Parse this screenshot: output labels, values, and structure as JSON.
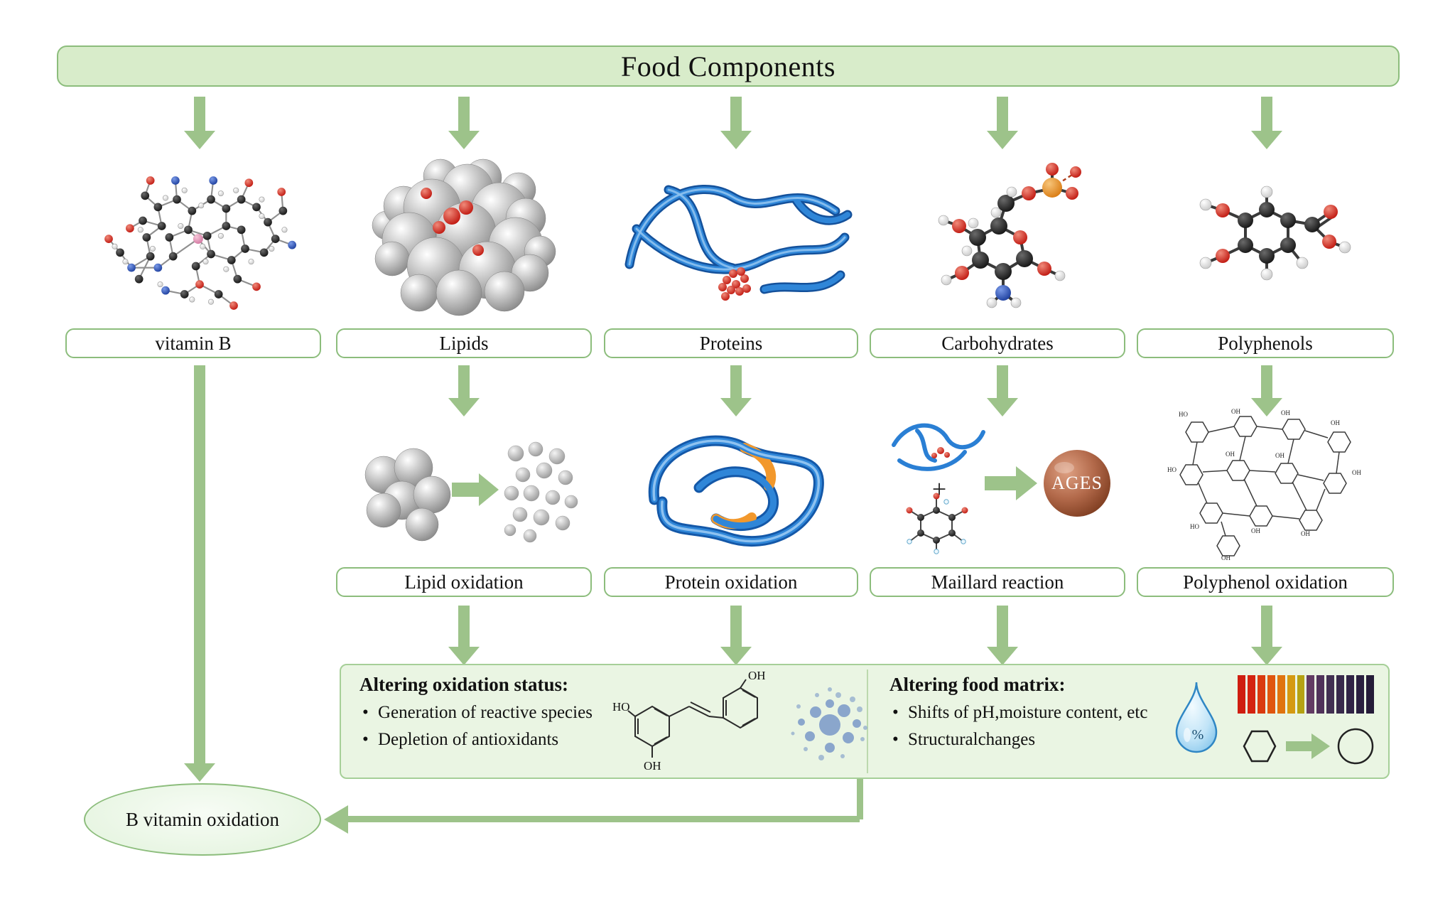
{
  "title": "Food Components",
  "components": {
    "vitamin_b": "vitamin B",
    "lipids": "Lipids",
    "proteins": "Proteins",
    "carbohydrates": "Carbohydrates",
    "polyphenols": "Polyphenols"
  },
  "reactions": {
    "lipid_oxidation": "Lipid oxidation",
    "protein_oxidation": "Protein oxidation",
    "maillard_reaction": "Maillard reaction",
    "polyphenol_oxidation": "Polyphenol oxidation"
  },
  "maillard": {
    "plus": "+",
    "ages": "AGES"
  },
  "effects": {
    "oxidation_status": {
      "heading": "Altering oxidation status:",
      "bullets": [
        "Generation of reactive species",
        "Depletion of antioxidants"
      ]
    },
    "food_matrix": {
      "heading": "Altering food matrix:",
      "bullets": [
        "Shifts of pH,moisture content, etc",
        "Structuralchanges"
      ]
    }
  },
  "outcome": "B vitamin oxidation",
  "chem_labels": {
    "ho": "HO",
    "oh": "OH",
    "percent": "%"
  },
  "colors": {
    "arrow_green": "#9dc38a",
    "banner_fill": "#d8ecca",
    "border_green": "#8cbd7c",
    "panel_fill": "#eaf5e3",
    "panel_border": "#a6cf98",
    "divider_green": "#bcd9ae",
    "ages_brown": "#a8593a",
    "ph_strip": [
      "#cf1d10",
      "#d42310",
      "#da3a0f",
      "#e0560f",
      "#e0740f",
      "#d59a12",
      "#b5a213",
      "#623b63",
      "#50325a",
      "#423052",
      "#38294b",
      "#302345",
      "#2a1f3f",
      "#251b39"
    ]
  }
}
